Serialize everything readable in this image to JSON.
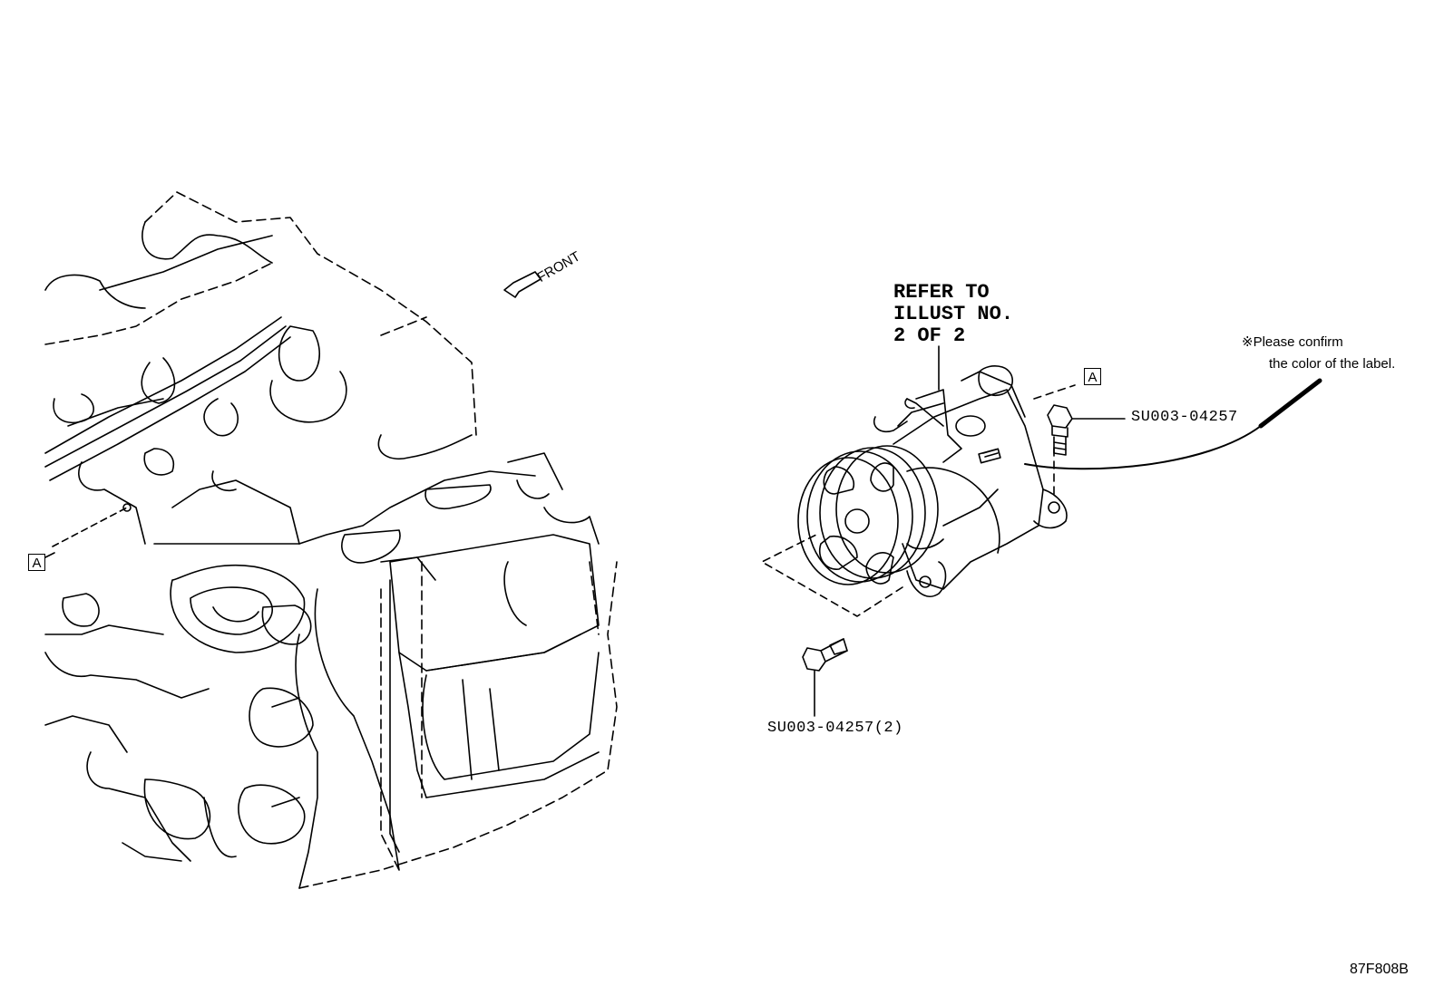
{
  "diagram": {
    "refer_note": [
      "REFER TO",
      "ILLUST NO.",
      "2 OF 2"
    ],
    "label_note": [
      "※Please confirm",
      "the color of the label."
    ],
    "front_label": "FRONT",
    "callout_upper_bolt": "SU003-04257",
    "callout_lower_bolt": "SU003-04257(2)",
    "reference_marker": "A",
    "illustration_code": "87F808B"
  }
}
